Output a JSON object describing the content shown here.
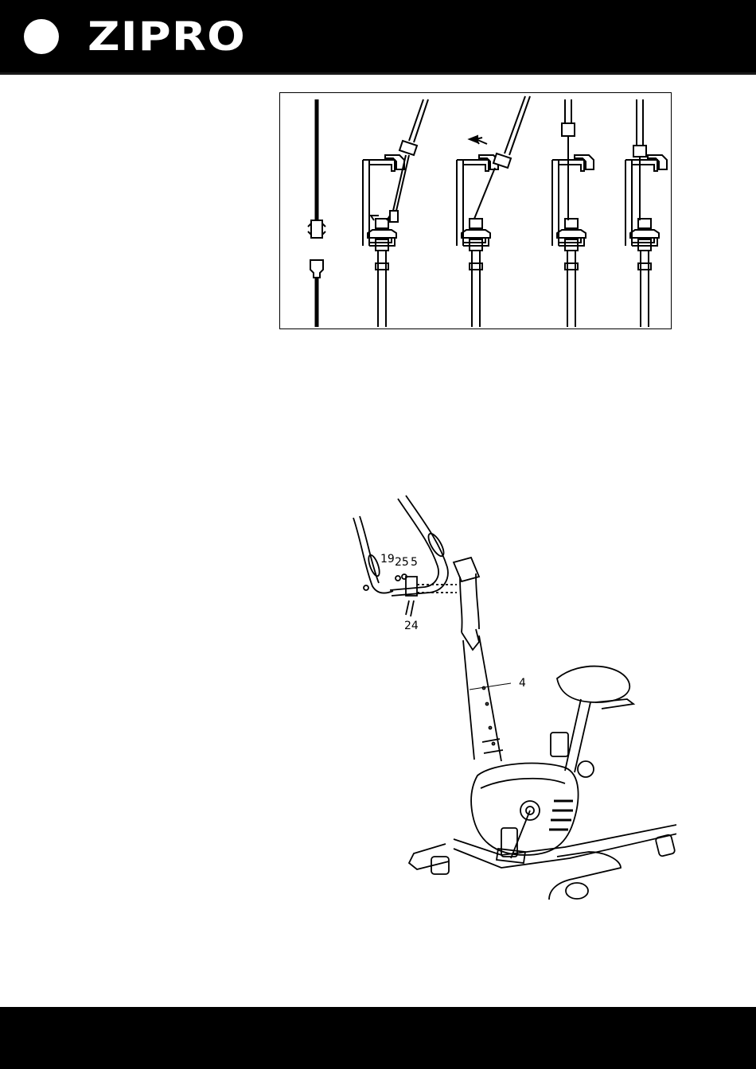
{
  "header": {
    "brand": "ZIPRO",
    "background": "#000000",
    "logo_color": "#ffffff"
  },
  "figure_top": {
    "icon": "cable-connection-steps-diagram"
  },
  "figure_bottom": {
    "icon": "exercise-bike-assembly-diagram",
    "callouts": {
      "c19": "19",
      "c25": "25",
      "c5": "5",
      "c24": "24",
      "c4": "4"
    }
  },
  "footer": {
    "background": "#000000"
  }
}
